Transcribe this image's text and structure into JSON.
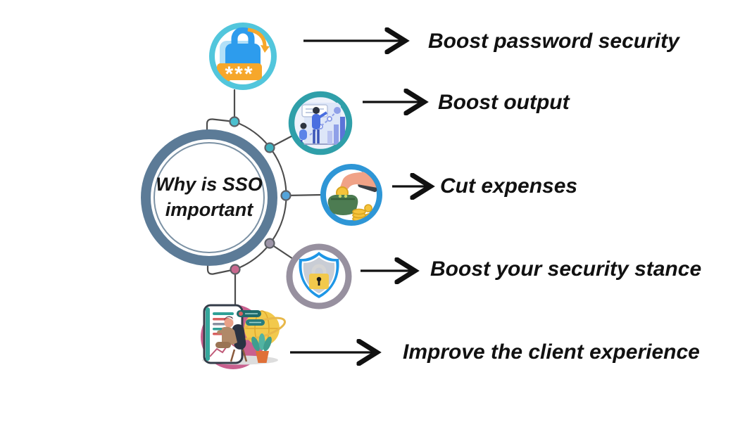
{
  "title": {
    "line1": "Why is SSO",
    "line2": "important"
  },
  "branches": [
    {
      "label": "Boost password security",
      "icon": "password-lock-icon",
      "node_color": "#4cc0cf",
      "ring_color": "#52c6dc"
    },
    {
      "label": "Boost output",
      "icon": "productivity-chart-icon",
      "node_color": "#3fb0bd",
      "ring_color": "#2f9fa9"
    },
    {
      "label": "Cut expenses",
      "icon": "save-money-icon",
      "node_color": "#54a4da",
      "ring_color": "#2e96d6"
    },
    {
      "label": "Boost your security stance",
      "icon": "shield-lock-icon",
      "node_color": "#9d95a8",
      "ring_color": "#97909f"
    },
    {
      "label": "Improve the client experience",
      "icon": "customer-support-icon",
      "node_color": "#c9698f",
      "ring_color": "#c9608f"
    }
  ],
  "icon_text": {
    "password_mask": "***"
  },
  "colors": {
    "background": "#ffffff",
    "center_ring": "#5c7b97",
    "connector": "#4d4d4d",
    "arrow": "#111111",
    "label_text": "#111111"
  }
}
